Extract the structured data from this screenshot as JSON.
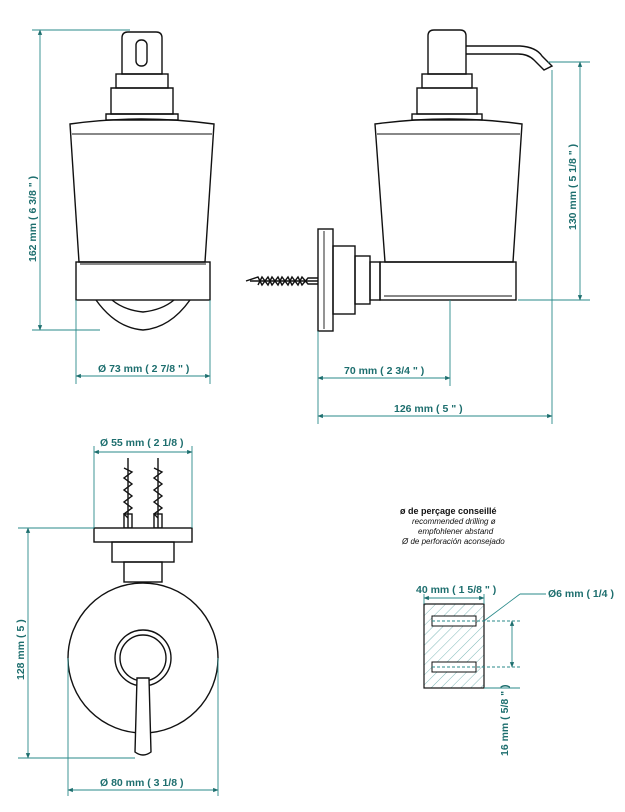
{
  "colors": {
    "dimension": "#1d6e6e",
    "line": "#111111",
    "background": "#ffffff"
  },
  "dimensions": {
    "total_height": "162 mm ( 6 3/8 \" )",
    "bottle_diameter": "Ø  73 mm ( 2 7/8 \" )",
    "bottle_height": "130 mm ( 5 1/8 \" )",
    "wall_offset": "70 mm ( 2 3/4 \" )",
    "depth": "126 mm ( 5 \" )",
    "plate_width": "Ø  55 mm ( 2 1/8 )",
    "mount_height": "128 mm ( 5 )",
    "base_diameter": "Ø  80 mm ( 3 1/8 )",
    "hole_spacing": "40 mm ( 1 5/8 \" )",
    "hole_diameter": "Ø6 mm ( 1/4 )",
    "hole_depth": "16 mm ( 5/8 \" )"
  },
  "drilling_note": {
    "title": "ø de perçage conseillé",
    "en": "recommended drilling ø",
    "de": "empfohlener abstand",
    "es": "Ø de perforación aconsejado"
  }
}
